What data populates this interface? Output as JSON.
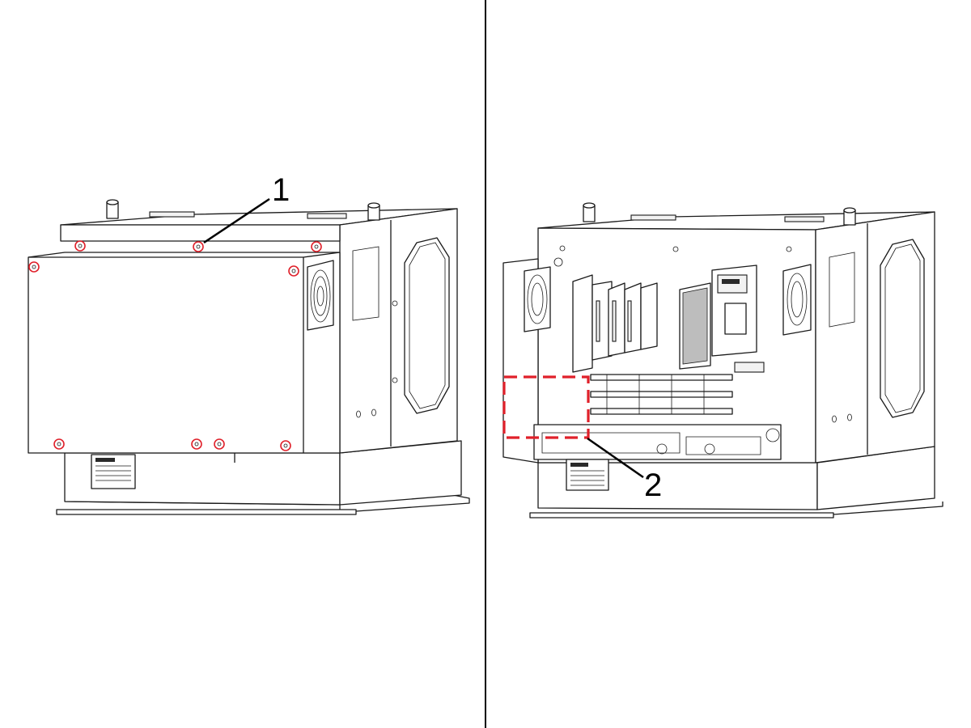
{
  "callouts": {
    "one": "1",
    "two": "2"
  },
  "colors": {
    "highlight": "#e0202a",
    "line": "#1a1a1a",
    "background": "#ffffff"
  },
  "panels": [
    {
      "name": "control-box-cover-closed",
      "screws_marked": 9
    },
    {
      "name": "control-box-cover-open"
    }
  ]
}
